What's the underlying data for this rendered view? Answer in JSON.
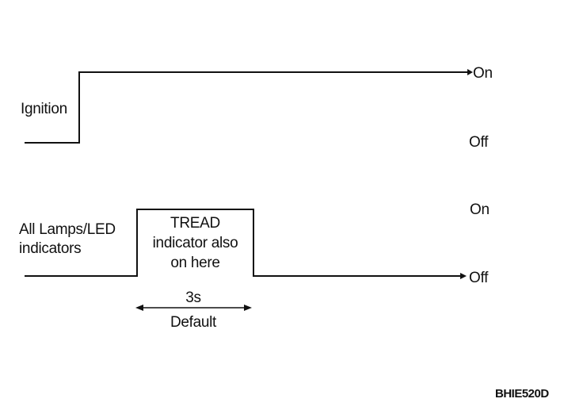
{
  "signals": {
    "ignition": {
      "label": "Ignition",
      "on_label": "On",
      "off_label": "Off"
    },
    "lamps": {
      "label_line1": "All Lamps/LED",
      "label_line2": "indicators",
      "on_label": "On",
      "off_label": "Off"
    }
  },
  "pulse_note": {
    "line1": "TREAD",
    "line2": "indicator also",
    "line3": "on here"
  },
  "duration": {
    "value": "3s",
    "caption": "Default"
  },
  "reference_code": "BHIE520D",
  "colors": {
    "line": "#111111",
    "background": "#ffffff"
  }
}
